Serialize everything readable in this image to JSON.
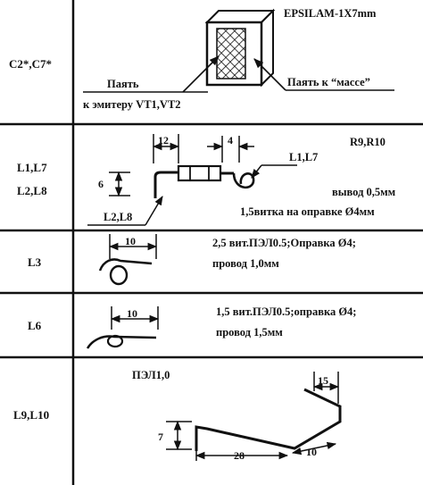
{
  "rows": [
    {
      "label": "C2*,C7*",
      "title": "EPSILAM-1X7mm",
      "solder_left": "Паять",
      "solder_left_sub": "к эмитеру VT1,VT2",
      "solder_right": "Паять к “массе”"
    },
    {
      "label_line1": "L1,L7",
      "label_line2": "L2,L8",
      "dim_a": "12",
      "dim_b": "4",
      "dim_h": "6",
      "tag_right": "L1,L7",
      "tag_left": "L2,L8",
      "resistors": "R9,R10",
      "note1": "вывод 0,5мм",
      "note2": "1,5витка на оправке Ø4мм"
    },
    {
      "label": "L3",
      "dim": "10",
      "note1": "2,5 вит.ПЭЛ0.5;Оправка Ø4;",
      "note2": "провод 1,0мм"
    },
    {
      "label": "L6",
      "dim": "10",
      "note1": "1,5 вит.ПЭЛ0.5;оправка Ø4;",
      "note2": "провод 1,5мм"
    },
    {
      "label": "L9,L10",
      "wire": "ПЭЛ1,0",
      "dim_top": "15",
      "dim_h": "7",
      "dim_len": "28",
      "dim_end": "10"
    }
  ]
}
